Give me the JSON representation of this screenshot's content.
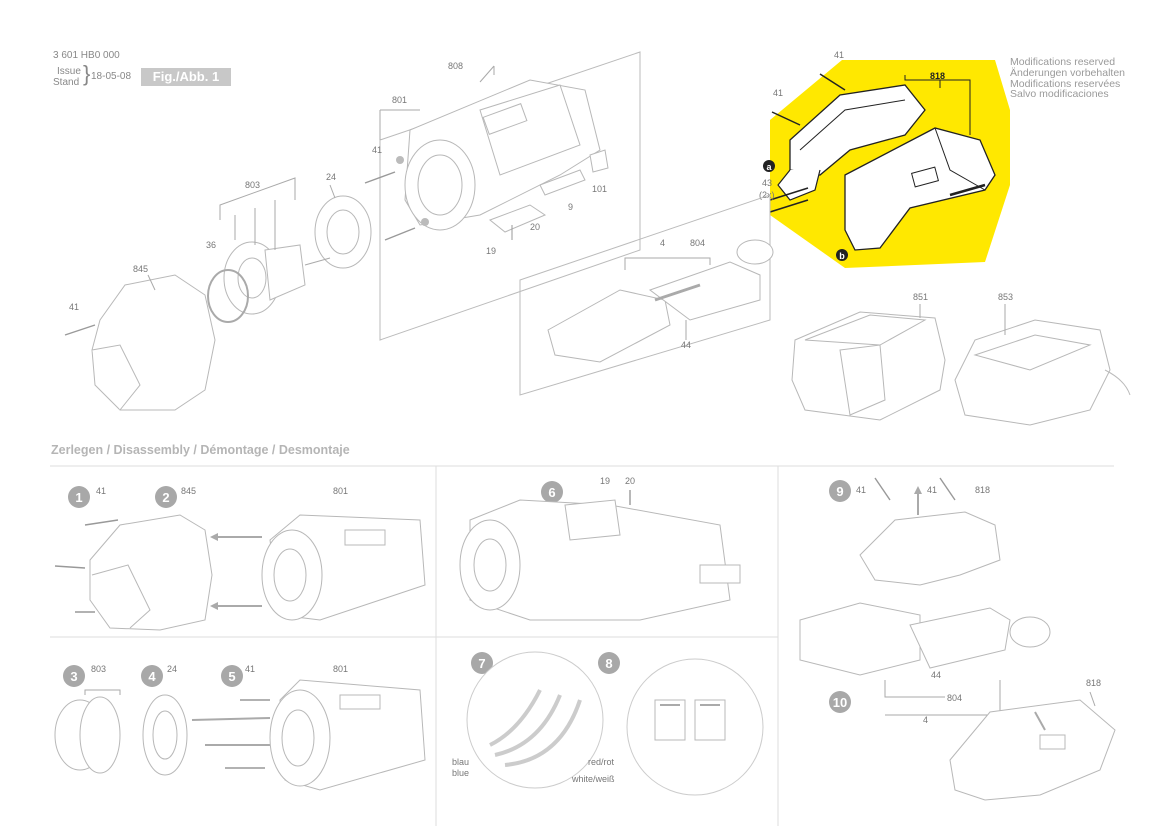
{
  "header": {
    "doc_number": "3 601 HB0 000",
    "issue_label": "Issue",
    "stand_label": "Stand",
    "date": "18-05-08",
    "figure_label": "Fig./Abb. 1"
  },
  "modifications": [
    "Modifications reserved",
    "Änderungen vorbehalten",
    "Modifications reservées",
    "Salvo modificaciones"
  ],
  "exploded_parts": {
    "p41_top": "41",
    "p818": "818",
    "p41_left": "41",
    "a_label": "a",
    "p43": "43",
    "p43_qty": "(2x)",
    "b_label": "b",
    "p808": "808",
    "p801": "801",
    "p41_mid": "41",
    "p9": "9",
    "p101": "101",
    "p20": "20",
    "p19": "19",
    "p803": "803",
    "p24": "24",
    "p36": "36",
    "p845": "845",
    "p41_bottom": "41",
    "p4": "4",
    "p804": "804",
    "p44": "44",
    "p851": "851",
    "p853": "853"
  },
  "disassembly": {
    "title": "Zerlegen / Disassembly / Démontage / Desmontaje",
    "steps": [
      "1",
      "2",
      "3",
      "4",
      "5",
      "6",
      "7",
      "8",
      "9",
      "10"
    ],
    "s1_part": "41",
    "s2_part": "845",
    "s12_part801": "801",
    "s3_part": "803",
    "s4_part": "24",
    "s5_part": "41",
    "s5_part801": "801",
    "s6_part19": "19",
    "s6_part20": "20",
    "s9_part41a": "41",
    "s9_part41b": "41",
    "s9_part818": "818",
    "s10_part44": "44",
    "s10_part804": "804",
    "s10_part4": "4",
    "s10_part818": "818",
    "wire_blau": "blau",
    "wire_blue": "blue",
    "wire_red": "red/rot",
    "wire_white": "white/weiß"
  },
  "colors": {
    "highlight": "#FFE800",
    "step_badge": "#a8a8a8"
  }
}
